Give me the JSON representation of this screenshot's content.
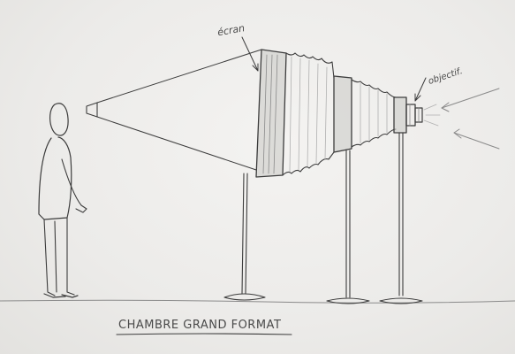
{
  "labels": {
    "ecran": "écran",
    "objectif": "objectif.",
    "title": "CHAMBRE GRAND FORMAT"
  },
  "colors": {
    "paper": "#ecebe9",
    "pencil": "#3c3c3c"
  }
}
